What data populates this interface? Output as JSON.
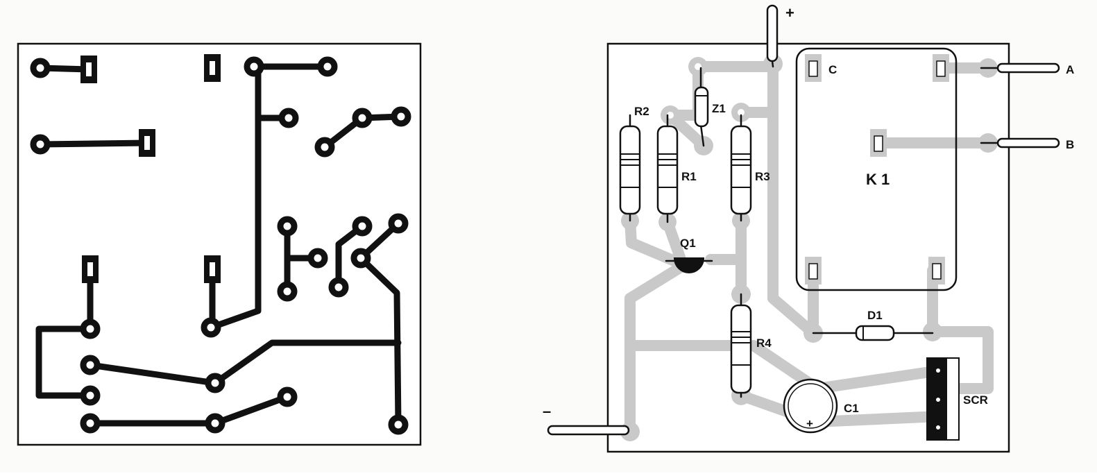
{
  "layout_labels": {
    "plus_terminal": "+",
    "minus_terminal": "–",
    "terminal_a": "A",
    "terminal_b": "B",
    "relay_contact_c": "C",
    "relay": "K 1",
    "zener": "Z1",
    "r1": "R1",
    "r2": "R2",
    "r3": "R3",
    "r4": "R4",
    "transistor": "Q1",
    "diode": "D1",
    "capacitor": "C1",
    "capacitor_polarity": "+",
    "scr": "SCR"
  },
  "colors": {
    "copper_foil": "#111111",
    "copper_shadow": "#c9c9c9",
    "paper": "#ffffff"
  }
}
